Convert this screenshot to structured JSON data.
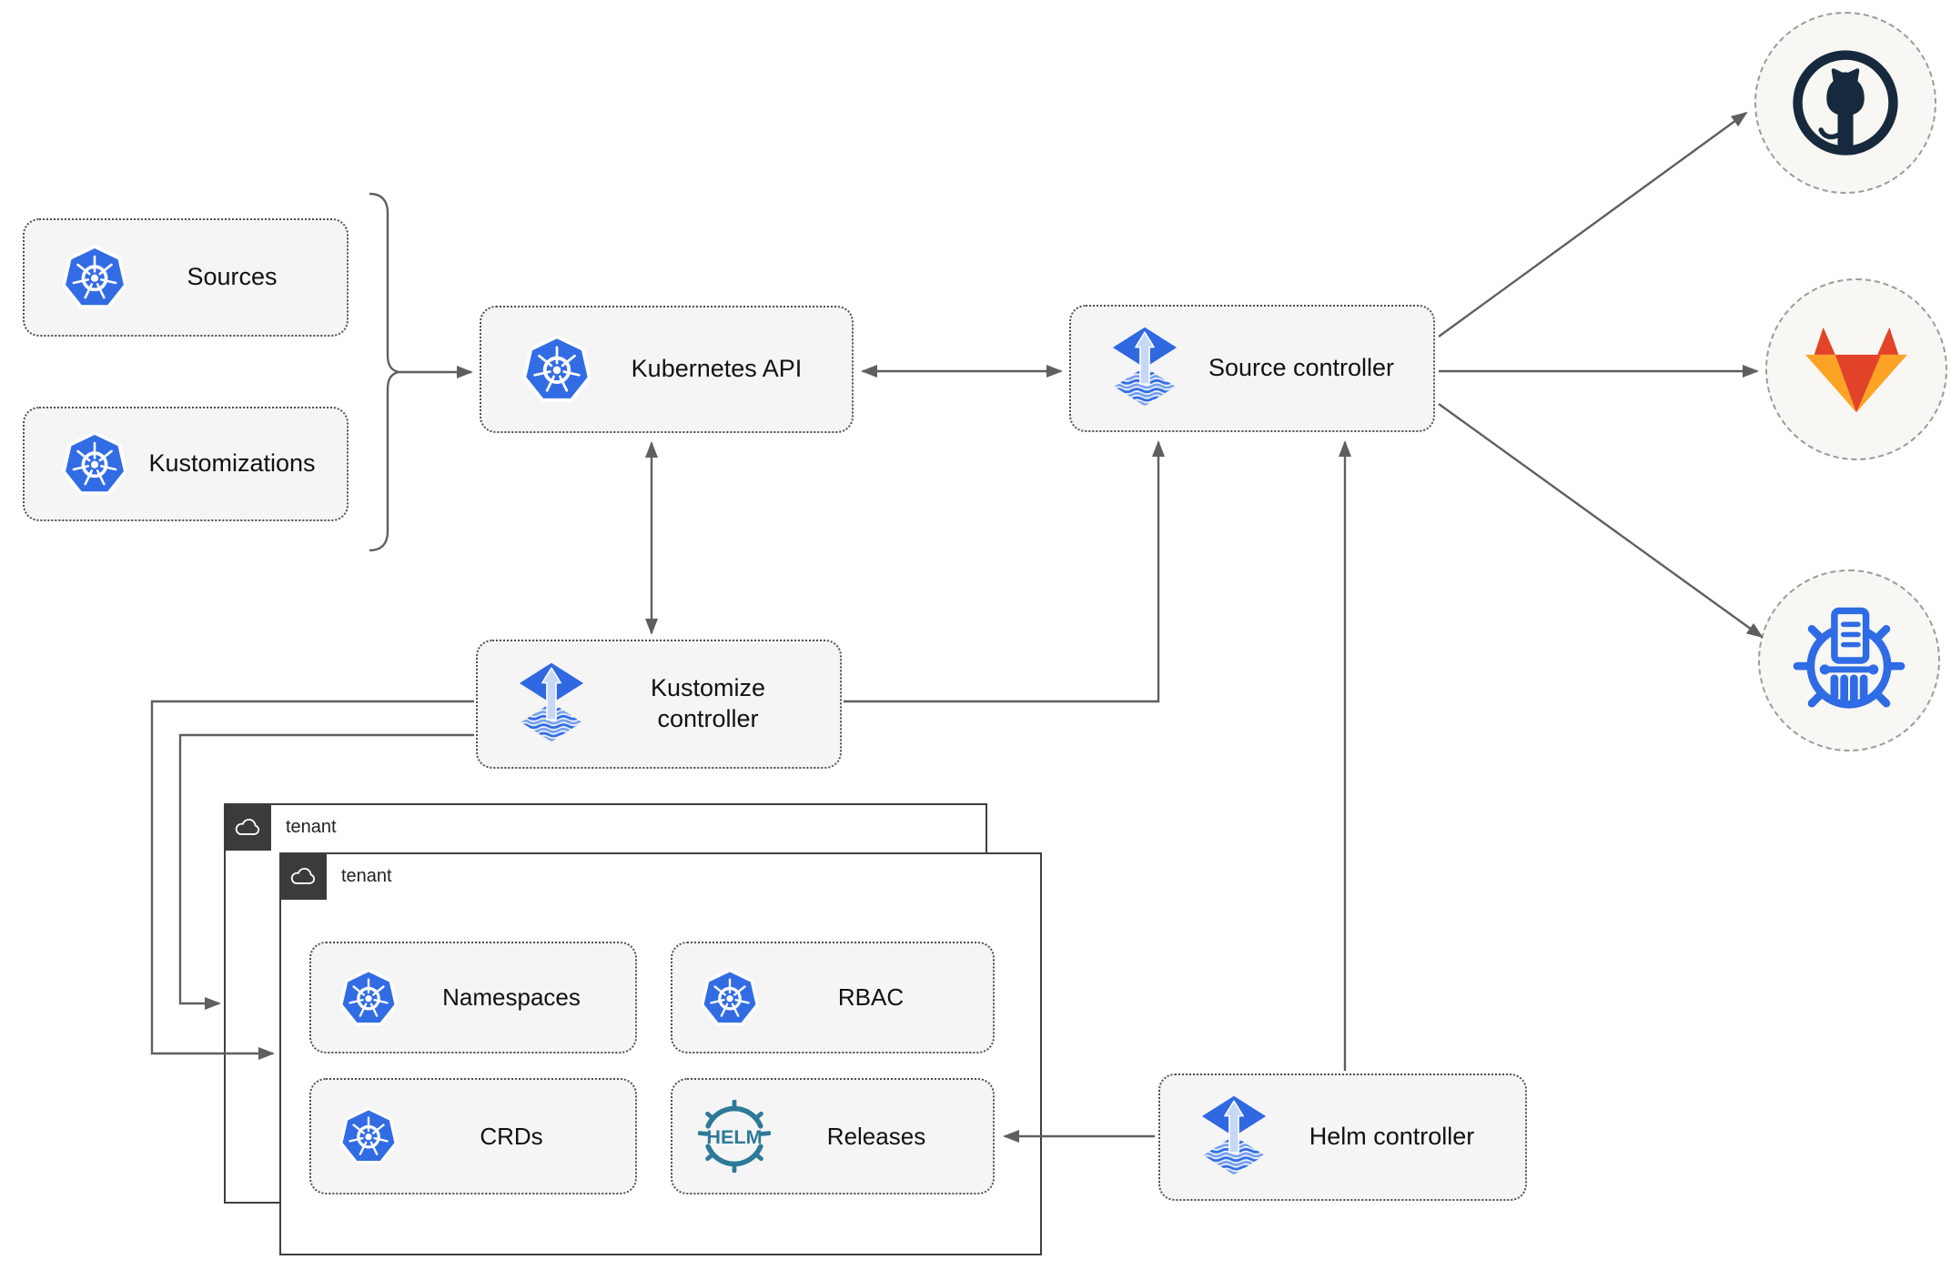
{
  "nodes": {
    "sources": {
      "label": "Sources",
      "icon": "kubernetes-wheel"
    },
    "kustomizations": {
      "label": "Kustomizations",
      "icon": "kubernetes-wheel"
    },
    "kubernetes_api": {
      "label": "Kubernetes API",
      "icon": "kubernetes-wheel"
    },
    "source_controller": {
      "label": "Source controller",
      "icon": "flux-logo"
    },
    "kustomize_controller": {
      "label": "Kustomize controller",
      "icon": "flux-logo"
    },
    "helm_controller": {
      "label": "Helm controller",
      "icon": "flux-logo"
    },
    "tenant_back": {
      "label": "tenant",
      "icon": "cloud-outline"
    },
    "tenant_front": {
      "label": "tenant",
      "icon": "cloud-outline"
    },
    "namespaces": {
      "label": "Namespaces",
      "icon": "kubernetes-wheel"
    },
    "rbac": {
      "label": "RBAC",
      "icon": "kubernetes-wheel"
    },
    "crds": {
      "label": "CRDs",
      "icon": "kubernetes-wheel"
    },
    "releases": {
      "label": "Releases",
      "icon": "helm-wheel"
    },
    "github": {
      "icon": "github-octocat-logo"
    },
    "gitlab": {
      "icon": "gitlab-tanuki-logo"
    },
    "chartmuseum": {
      "icon": "chartmuseum-wheel-logo"
    }
  },
  "helm_logo_text": "HELM",
  "edges": [
    {
      "from": "sources+kustomizations-bracket",
      "to": "kubernetes_api",
      "style": "arrow"
    },
    {
      "from": "kubernetes_api",
      "to": "source_controller",
      "style": "double-arrow"
    },
    {
      "from": "kubernetes_api",
      "to": "kustomize_controller",
      "style": "double-arrow"
    },
    {
      "from": "kustomize_controller",
      "to": "source_controller",
      "style": "arrow"
    },
    {
      "from": "kustomize_controller",
      "to": "tenant_front",
      "style": "arrow"
    },
    {
      "from": "kustomize_controller",
      "to": "tenant_back",
      "style": "arrow"
    },
    {
      "from": "helm_controller",
      "to": "source_controller",
      "style": "arrow"
    },
    {
      "from": "helm_controller",
      "to": "releases",
      "style": "arrow"
    },
    {
      "from": "source_controller",
      "to": "github",
      "style": "arrow"
    },
    {
      "from": "source_controller",
      "to": "gitlab",
      "style": "arrow"
    },
    {
      "from": "source_controller",
      "to": "chartmuseum",
      "style": "arrow"
    }
  ],
  "colors": {
    "kubernetes_blue": "#326CE5",
    "flux_blue": "#3068E1",
    "flux_arrow_light": "#C7D7F6",
    "helm_teal": "#2C7A97",
    "chartmuseum_blue": "#2E6BE5",
    "github_dark": "#17293C",
    "gitlab_orange": "#E24329",
    "gitlab_light_orange": "#FCA326",
    "node_fill": "#F5F5F6",
    "tenant_header": "#3B3B3B",
    "line_gray": "#5F5F5F"
  }
}
